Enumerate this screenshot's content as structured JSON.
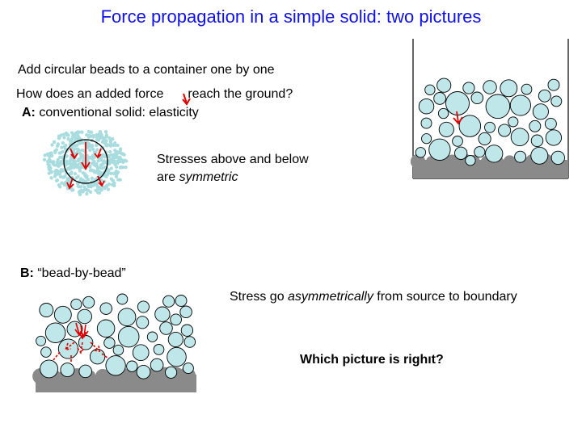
{
  "title": "Force propagation in a simple solid: two pictures",
  "intro": "Add circular beads to a container one by one",
  "question_pre": "How does an added force",
  "question_post": "reach the ground?",
  "partA": {
    "label": "A:",
    "text": "conventional solid: elasticity"
  },
  "stressA_line1": "Stresses above and below",
  "stressA_pre": "are ",
  "stressA_em": "symmetric",
  "partB": {
    "label": "B:",
    "text": "“bead-by-bead”"
  },
  "stressB_pre": "Stress go ",
  "stressB_em": "asymmetrically",
  "stressB_post": " from source to boundary",
  "final_question": "Which picture is righıt?",
  "colors": {
    "title": "#1010e8",
    "bead": "#bfe6e8",
    "force": "#e00000",
    "ground": "#8a8a8a"
  },
  "icons": {
    "force_arrow": "red-down-arrow-icon"
  }
}
